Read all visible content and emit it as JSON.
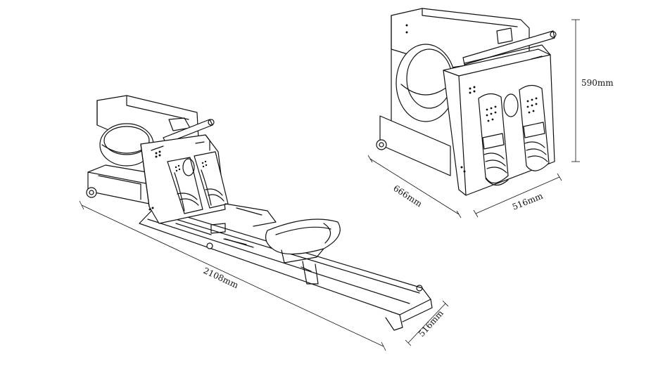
{
  "dimensions": {
    "length": "2108mm",
    "width_side_view": "516mm",
    "depth": "666mm",
    "width_front_view": "516mm",
    "height": "590mm"
  },
  "colors": {
    "line": "#111111",
    "background": "#ffffff"
  }
}
